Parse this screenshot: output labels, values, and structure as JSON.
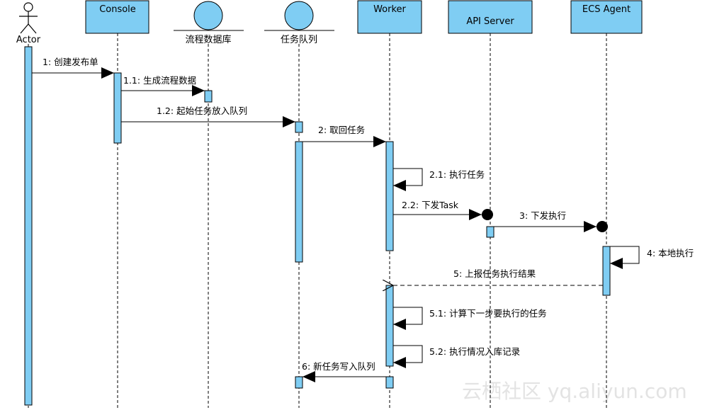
{
  "participants": {
    "actor": "Actor",
    "console": "Console",
    "flow_db": "流程数据库",
    "task_queue": "任务队列",
    "worker": "Worker",
    "api_server": "API Server",
    "ecs_agent": "ECS Agent"
  },
  "messages": {
    "m1": "1: 创建发布单",
    "m1_1": "1.1: 生成流程数据",
    "m1_2": "1.2: 起始任务放入队列",
    "m2": "2: 取回任务",
    "m2_1": "2.1: 执行任务",
    "m2_2": "2.2: 下发Task",
    "m3": "3: 下发执行",
    "m4": "4: 本地执行",
    "m5": "5: 上报任务执行结果",
    "m5_1": "5.1: 计算下一步要执行的任务",
    "m5_2": "5.2: 执行情况入库记录",
    "m6": "6: 新任务写入队列"
  },
  "watermark": "云栖社区 yq.aliyun.com",
  "colors": {
    "participant_fill": "#7fcdf3",
    "activation_fill": "#7fcdf3",
    "line": "#000000",
    "watermark": "#e3e3e3"
  }
}
